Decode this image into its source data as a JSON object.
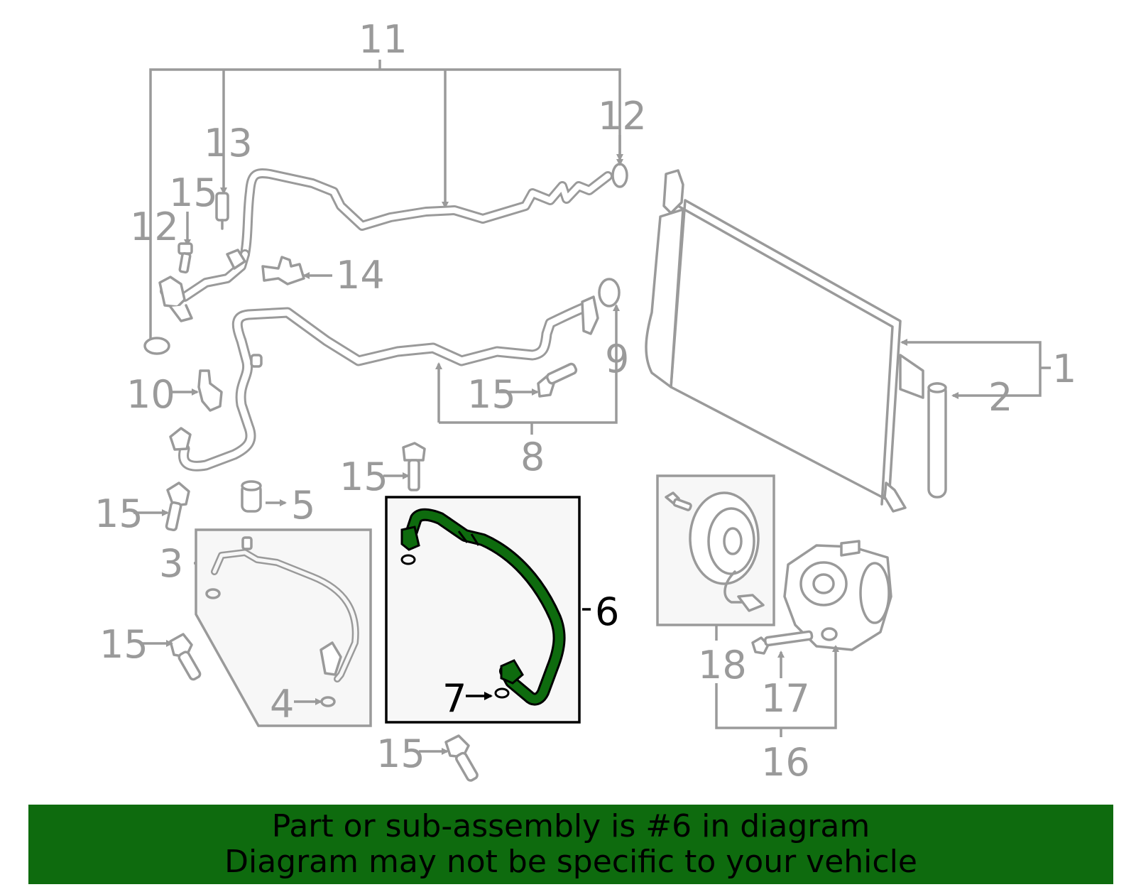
{
  "callouts": {
    "n1": "1",
    "n2": "2",
    "n3": "3",
    "n4": "4",
    "n5": "5",
    "n6": "6",
    "n7": "7",
    "n8": "8",
    "n9": "9",
    "n10": "10",
    "n11": "11",
    "n12a": "12",
    "n12b": "12",
    "n13": "13",
    "n14": "14",
    "n15a": "15",
    "n15b": "15",
    "n15c": "15",
    "n15d": "15",
    "n15e": "15",
    "n15f": "15",
    "n16": "16",
    "n17": "17",
    "n18": "18"
  },
  "colors": {
    "highlight": "#0e6b0e",
    "line": "#9a9a9a",
    "banner": "#0e6b0e"
  },
  "banner": {
    "line1": "Part or sub-assembly is #6 in diagram",
    "line2": "Diagram may not be specific to your vehicle"
  }
}
